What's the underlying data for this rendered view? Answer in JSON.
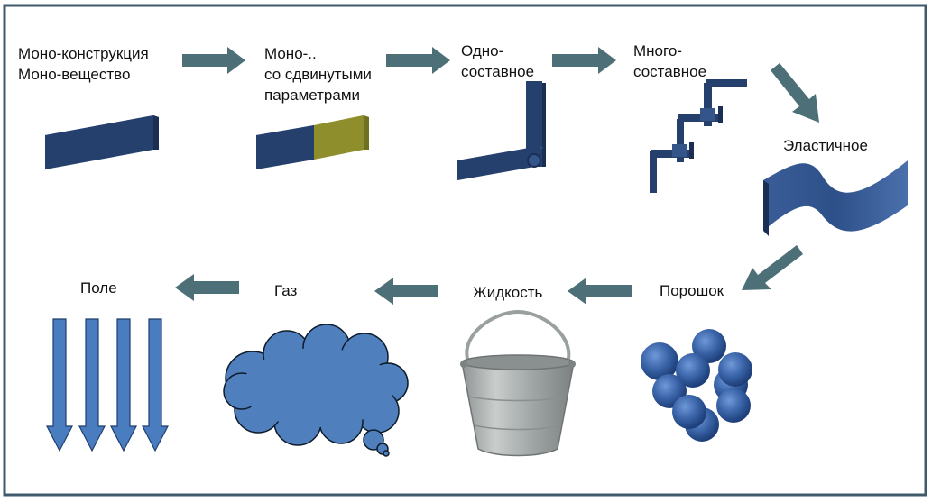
{
  "stages": [
    {
      "id": "mono",
      "lines": [
        "Моно-конструкция",
        "Моно-вещество"
      ]
    },
    {
      "id": "shifted",
      "lines": [
        "Моно-..",
        "со сдвинутыми",
        "параметрами"
      ]
    },
    {
      "id": "single",
      "lines": [
        "Одно-",
        "составное"
      ]
    },
    {
      "id": "multi",
      "lines": [
        "Много-",
        "составное"
      ]
    },
    {
      "id": "elastic",
      "lines": [
        "Эластичное"
      ]
    },
    {
      "id": "powder",
      "lines": [
        "Порошок"
      ]
    },
    {
      "id": "liquid",
      "lines": [
        "Жидкость"
      ]
    },
    {
      "id": "gas",
      "lines": [
        "Газ"
      ]
    },
    {
      "id": "field",
      "lines": [
        "Поле"
      ]
    }
  ],
  "colors": {
    "frame": "#40596b",
    "arrow": "#4d6f78",
    "block_front": "#26406e",
    "block_top": "#34558a",
    "block_side": "#1b2f55",
    "yellow_front": "#8e8f2c",
    "yellow_top": "#a6a83a",
    "cloud": "#4f7fbd",
    "cloud_stroke": "#0d1b2a",
    "field_arrow": "#4a7cc0",
    "ball": "#3a64a8",
    "bucket": "#a7acac"
  },
  "icons": [
    "flat-bar-icon",
    "two-color-bar-icon",
    "l-joint-icon",
    "multi-link-icon",
    "wavy-sheet-icon",
    "powder-balls-icon",
    "bucket-icon",
    "cloud-icon",
    "field-arrows-icon"
  ]
}
